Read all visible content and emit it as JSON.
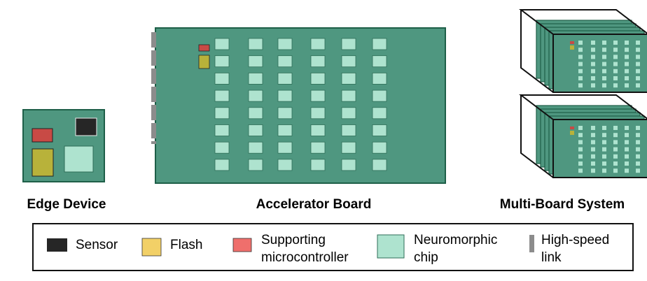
{
  "captions": {
    "edge_device": "Edge Device",
    "accelerator_board": "Accelerator Board",
    "multi_board_system": "Multi-Board System"
  },
  "legend": {
    "sensor": "Sensor",
    "flash": "Flash",
    "mcu_line1": "Supporting",
    "mcu_line2": "microcontroller",
    "chip_line1": "Neuromorphic",
    "chip_line2": "chip",
    "link_line1": "High-speed",
    "link_line2": "link"
  },
  "colors": {
    "board": "#4f9780",
    "board_border": "#1e5f48",
    "chip": "#aee3cf",
    "sensor": "#262626",
    "flash_board": "#b8b23a",
    "flash_legend": "#f2d067",
    "mcu_board": "#c84a45",
    "mcu_legend": "#ef6f6c",
    "link": "#8c8c8c"
  }
}
